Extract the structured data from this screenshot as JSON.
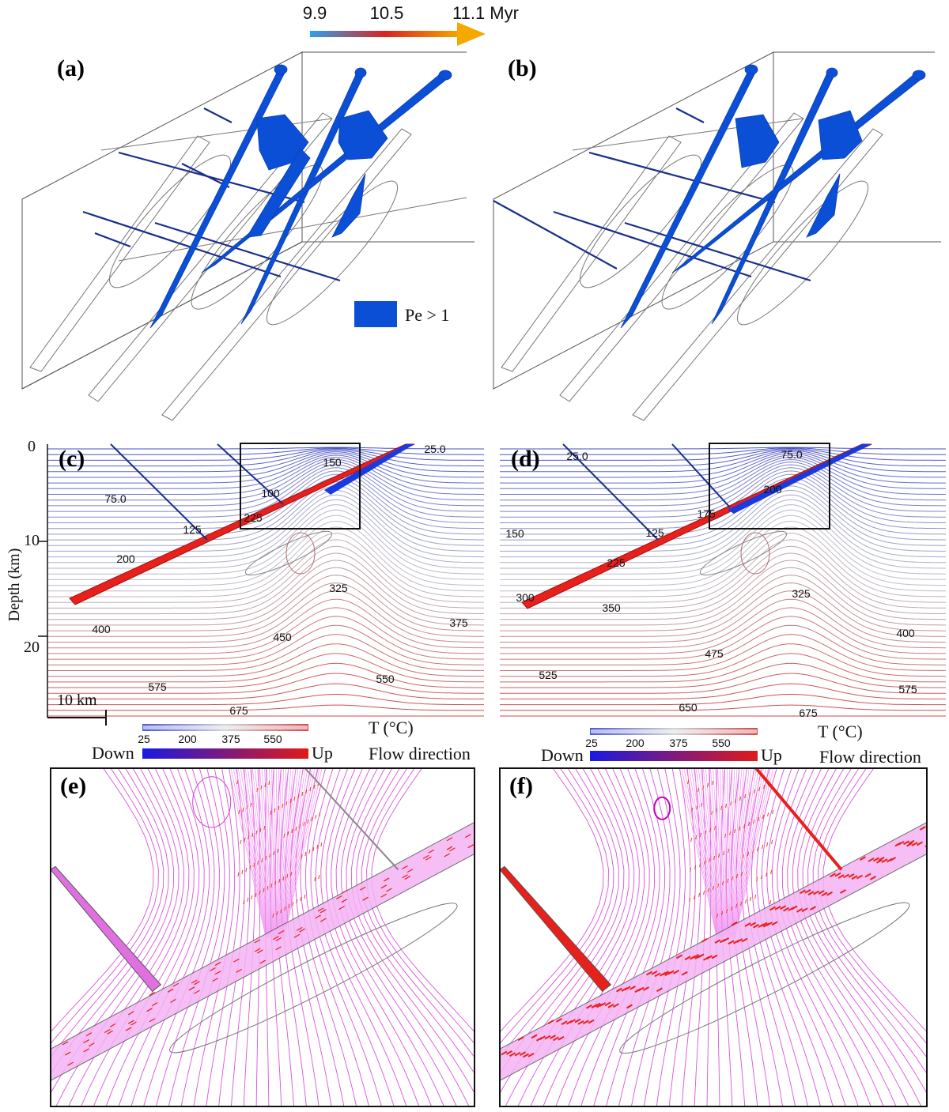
{
  "time_bar": {
    "ticks": [
      "9.9",
      "10.5",
      "11.1 Myr"
    ],
    "colors": [
      "#2ea0ee",
      "#d82420",
      "#f5a800"
    ]
  },
  "panels": {
    "a": "(a)",
    "b": "(b)",
    "c": "(c)",
    "d": "(d)",
    "e": "(e)",
    "f": "(f)"
  },
  "pe_legend": {
    "label": "Pe > 1",
    "color": "#0a4fd6"
  },
  "depth_axis": {
    "label": "Depth (km)",
    "ticks": [
      "0",
      "10",
      "20"
    ]
  },
  "scale_bar": "10 km",
  "temp_legend": {
    "ticks": [
      "25",
      "200",
      "375",
      "550"
    ],
    "title": "T (°C)"
  },
  "flow_legend": {
    "down": "Down",
    "up": "Up",
    "title": "Flow direction",
    "colors": [
      "#1a1ae0",
      "#e01a1a"
    ]
  },
  "contour_labels_c": [
    "25.0",
    "75.0",
    "100",
    "125",
    "150",
    "200",
    "225",
    "325",
    "375",
    "400",
    "450",
    "550",
    "575",
    "675"
  ],
  "contour_labels_d": [
    "25.0",
    "75.0",
    "125",
    "150",
    "175",
    "200",
    "225",
    "300",
    "325",
    "350",
    "400",
    "475",
    "525",
    "575",
    "650",
    "675"
  ]
}
